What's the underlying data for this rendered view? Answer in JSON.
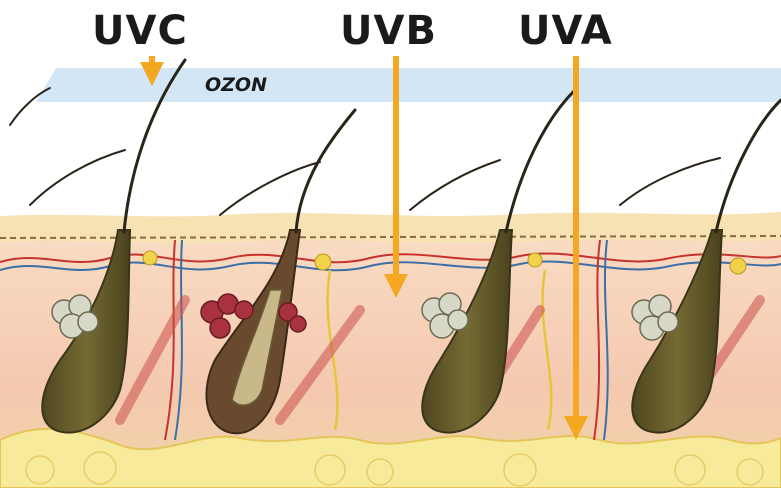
{
  "diagram": {
    "rays": [
      {
        "id": "uvc",
        "label": "UVC"
      },
      {
        "id": "uvb",
        "label": "UVB"
      },
      {
        "id": "uva",
        "label": "UVA"
      }
    ],
    "ozone_label": "OZON",
    "colors": {
      "arrow": "#f4a722",
      "ozone": "#cfe3f3",
      "epidermis": "#f6e2b3",
      "dermis": "#f5cdb4",
      "fat": "#f7ea9a",
      "hair": "#2b2418",
      "follicle": "#5e5526",
      "vessel_red": "#c8322e",
      "vessel_blue": "#3a6fa8",
      "nerve_yellow": "#e7c53b"
    }
  }
}
